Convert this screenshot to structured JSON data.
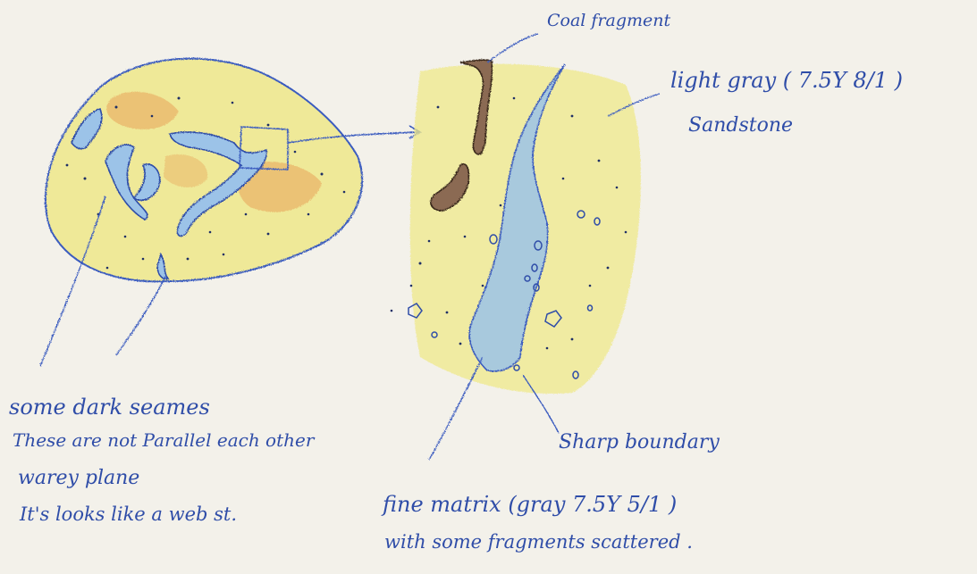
{
  "colors": {
    "paper": "#f3f1ea",
    "ink": "#2f4da8",
    "sandstone_yellow": "#efe88a",
    "orange_patch": "#e7a25a",
    "seam_blue": "#9cc3e8",
    "coal_brown": "#8b6a52"
  },
  "labels": {
    "coal_fragment": "Coal fragment",
    "light_gray_line1": "light gray ( 7.5Y 8/1 )",
    "light_gray_line2": "Sandstone",
    "sharp_boundary": "Sharp boundary",
    "fine_matrix_line1": "fine matrix (gray 7.5Y 5/1 )",
    "fine_matrix_line2": "with some fragments scattered .",
    "notes": [
      "some dark seames",
      "These are not Parallel each other",
      "warey plane",
      "It's looks like a web st."
    ]
  }
}
